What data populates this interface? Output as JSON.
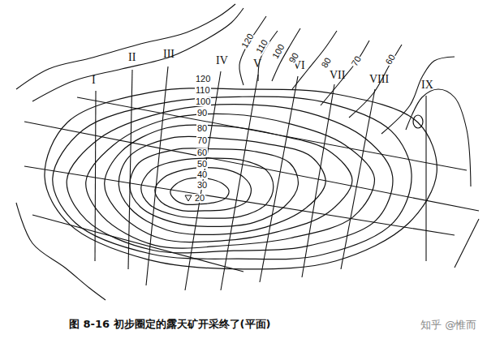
{
  "diagram": {
    "caption": "图 8-16 初步圈定的露天矿开采终了(平面)",
    "labels": [
      "I",
      "II",
      "III",
      "IV",
      "V",
      "VI",
      "VII",
      "VIII",
      "IX",
      "120",
      "110",
      "100",
      "90",
      "80",
      "70",
      "60",
      "120",
      "110",
      "100",
      "90",
      "80",
      "70",
      "60",
      "50",
      "40",
      "30",
      "20",
      "知乎 @惟而"
    ]
  }
}
